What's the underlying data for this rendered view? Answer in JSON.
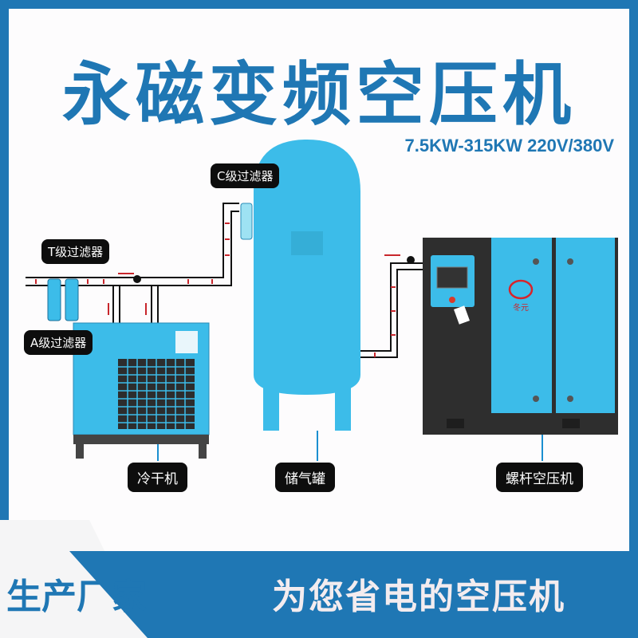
{
  "colors": {
    "brand_blue": "#1f77b4",
    "equipment_blue": "#3cbce9",
    "pipe": "#111111",
    "pipe_mark": "#c8262c",
    "label_bg": "#0d0d0d"
  },
  "header": {
    "title": "永磁变频空压机",
    "spec": "7.5KW-315KW  220V/380V"
  },
  "labels": {
    "c_filter": "C级过滤器",
    "t_filter": "T级过滤器",
    "a_filter": "A级过滤器",
    "dryer": "冷干机",
    "tank": "储气罐",
    "compressor": "螺杆空压机"
  },
  "compressor": {
    "brand": "冬元"
  },
  "footer": {
    "maker": "生产厂家",
    "slogan": "为您省电的空压机"
  }
}
